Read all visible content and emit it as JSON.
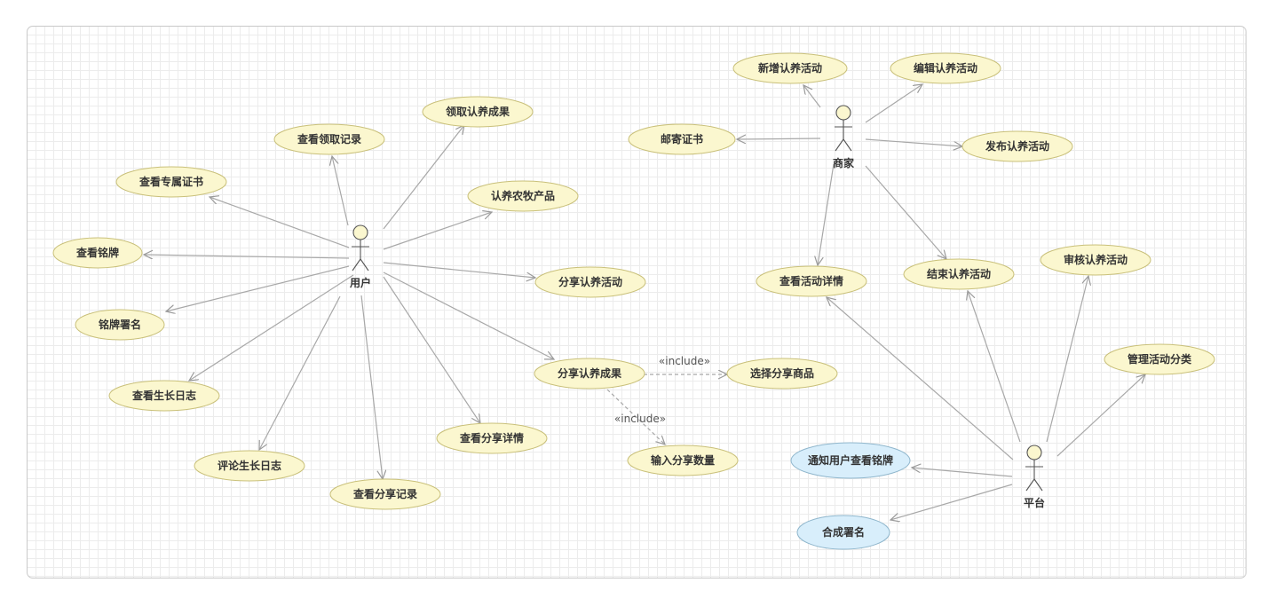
{
  "actors": [
    {
      "id": "user",
      "name": "用户"
    },
    {
      "id": "merchant",
      "name": "商家"
    },
    {
      "id": "platform",
      "name": "平台"
    }
  ],
  "use_cases": [
    {
      "id": "uc1",
      "label": "领取认养成果",
      "highlight": false
    },
    {
      "id": "uc2",
      "label": "查看领取记录",
      "highlight": false
    },
    {
      "id": "uc3",
      "label": "查看专属证书",
      "highlight": false
    },
    {
      "id": "uc4",
      "label": "认养农牧产品",
      "highlight": false
    },
    {
      "id": "uc5",
      "label": "查看铭牌",
      "highlight": false
    },
    {
      "id": "uc6",
      "label": "分享认养活动",
      "highlight": false
    },
    {
      "id": "uc7",
      "label": "铭牌署名",
      "highlight": false
    },
    {
      "id": "uc8",
      "label": "分享认养成果",
      "highlight": false
    },
    {
      "id": "uc9",
      "label": "选择分享商品",
      "highlight": false
    },
    {
      "id": "uc10",
      "label": "查看生长日志",
      "highlight": false
    },
    {
      "id": "uc11",
      "label": "查看分享详情",
      "highlight": false
    },
    {
      "id": "uc12",
      "label": "输入分享数量",
      "highlight": false
    },
    {
      "id": "uc13",
      "label": "评论生长日志",
      "highlight": false
    },
    {
      "id": "uc14",
      "label": "查看分享记录",
      "highlight": false
    },
    {
      "id": "uc15",
      "label": "新增认养活动",
      "highlight": false
    },
    {
      "id": "uc16",
      "label": "编辑认养活动",
      "highlight": false
    },
    {
      "id": "uc17",
      "label": "邮寄证书",
      "highlight": false
    },
    {
      "id": "uc18",
      "label": "发布认养活动",
      "highlight": false
    },
    {
      "id": "uc19",
      "label": "查看活动详情",
      "highlight": false
    },
    {
      "id": "uc20",
      "label": "结束认养活动",
      "highlight": false
    },
    {
      "id": "uc21",
      "label": "审核认养活动",
      "highlight": false
    },
    {
      "id": "uc22",
      "label": "管理活动分类",
      "highlight": false
    },
    {
      "id": "uc23",
      "label": "通知用户查看铭牌",
      "highlight": true
    },
    {
      "id": "uc24",
      "label": "合成署名",
      "highlight": true
    }
  ],
  "relations": [
    {
      "from": "user",
      "to": "uc1",
      "type": "association"
    },
    {
      "from": "user",
      "to": "uc2",
      "type": "association"
    },
    {
      "from": "user",
      "to": "uc3",
      "type": "association"
    },
    {
      "from": "user",
      "to": "uc4",
      "type": "association"
    },
    {
      "from": "user",
      "to": "uc5",
      "type": "association"
    },
    {
      "from": "user",
      "to": "uc6",
      "type": "association"
    },
    {
      "from": "user",
      "to": "uc7",
      "type": "association"
    },
    {
      "from": "user",
      "to": "uc8",
      "type": "association"
    },
    {
      "from": "user",
      "to": "uc10",
      "type": "association"
    },
    {
      "from": "user",
      "to": "uc11",
      "type": "association"
    },
    {
      "from": "user",
      "to": "uc13",
      "type": "association"
    },
    {
      "from": "user",
      "to": "uc14",
      "type": "association"
    },
    {
      "from": "uc8",
      "to": "uc9",
      "type": "include",
      "label": "«include»"
    },
    {
      "from": "uc8",
      "to": "uc12",
      "type": "include",
      "label": "«include»"
    },
    {
      "from": "merchant",
      "to": "uc15",
      "type": "association"
    },
    {
      "from": "merchant",
      "to": "uc16",
      "type": "association"
    },
    {
      "from": "merchant",
      "to": "uc17",
      "type": "association"
    },
    {
      "from": "merchant",
      "to": "uc18",
      "type": "association"
    },
    {
      "from": "merchant",
      "to": "uc19",
      "type": "association"
    },
    {
      "from": "merchant",
      "to": "uc20",
      "type": "association"
    },
    {
      "from": "platform",
      "to": "uc19",
      "type": "association"
    },
    {
      "from": "platform",
      "to": "uc20",
      "type": "association"
    },
    {
      "from": "platform",
      "to": "uc21",
      "type": "association"
    },
    {
      "from": "platform",
      "to": "uc22",
      "type": "association"
    },
    {
      "from": "platform",
      "to": "uc23",
      "type": "association"
    },
    {
      "from": "platform",
      "to": "uc24",
      "type": "association"
    }
  ],
  "colors": {
    "usecase_fill": "#fbf7cf",
    "usecase_stroke": "#c9c07a",
    "highlight_fill": "#d8eefb",
    "highlight_stroke": "#8fb6cc",
    "line": "#a8a8a8",
    "actor_fill": "#fbf7cf",
    "actor_stroke": "#555555"
  }
}
